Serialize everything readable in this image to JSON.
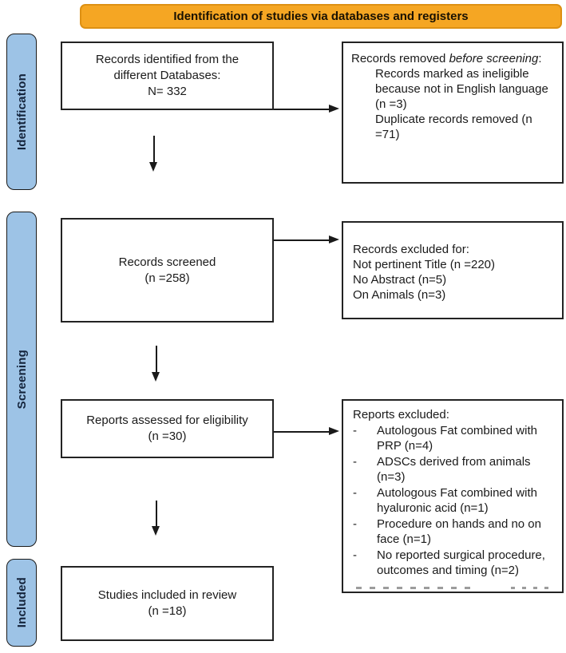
{
  "title_banner": {
    "label": "Identification of studies via databases and registers"
  },
  "colors": {
    "banner_bg": "#F5A623",
    "banner_border": "#DD9013",
    "stage_bg": "#9DC3E6",
    "line": "#1A1A1A"
  },
  "stages": [
    {
      "label": "Identification"
    },
    {
      "label": "Screening"
    },
    {
      "label": "Included"
    }
  ],
  "boxes": {
    "identified": {
      "lines": [
        "Records identified from the",
        "different Databases:",
        "N= 332"
      ]
    },
    "removed": {
      "title_prefix": "Records removed ",
      "title_italic": "before screening",
      "title_suffix": ":",
      "items": [
        "Records marked as ineligible because not in English language (n =3)",
        "Duplicate records removed (n =71)"
      ]
    },
    "screened": {
      "lines": [
        "Records screened",
        "(n =258)"
      ]
    },
    "records_excluded": {
      "title": "Records excluded for:",
      "lines": [
        "Not pertinent Title (n =220)",
        "No Abstract (n=5)",
        "On Animals (n=3)"
      ]
    },
    "assessed": {
      "lines": [
        "Reports assessed for eligibility",
        "(n =30)"
      ]
    },
    "reports_excluded": {
      "title": "Reports excluded:",
      "bullet": "-",
      "items": [
        "Autologous Fat combined with PRP (n=4)",
        "ADSCs derived from animals (n=3)",
        "Autologous Fat combined with hyaluronic acid (n=1)",
        "Procedure on hands and no on face (n=1)",
        "No reported surgical procedure, outcomes and timing (n=2)"
      ]
    },
    "included": {
      "lines": [
        "Studies included in review",
        "(n =18)"
      ]
    }
  }
}
